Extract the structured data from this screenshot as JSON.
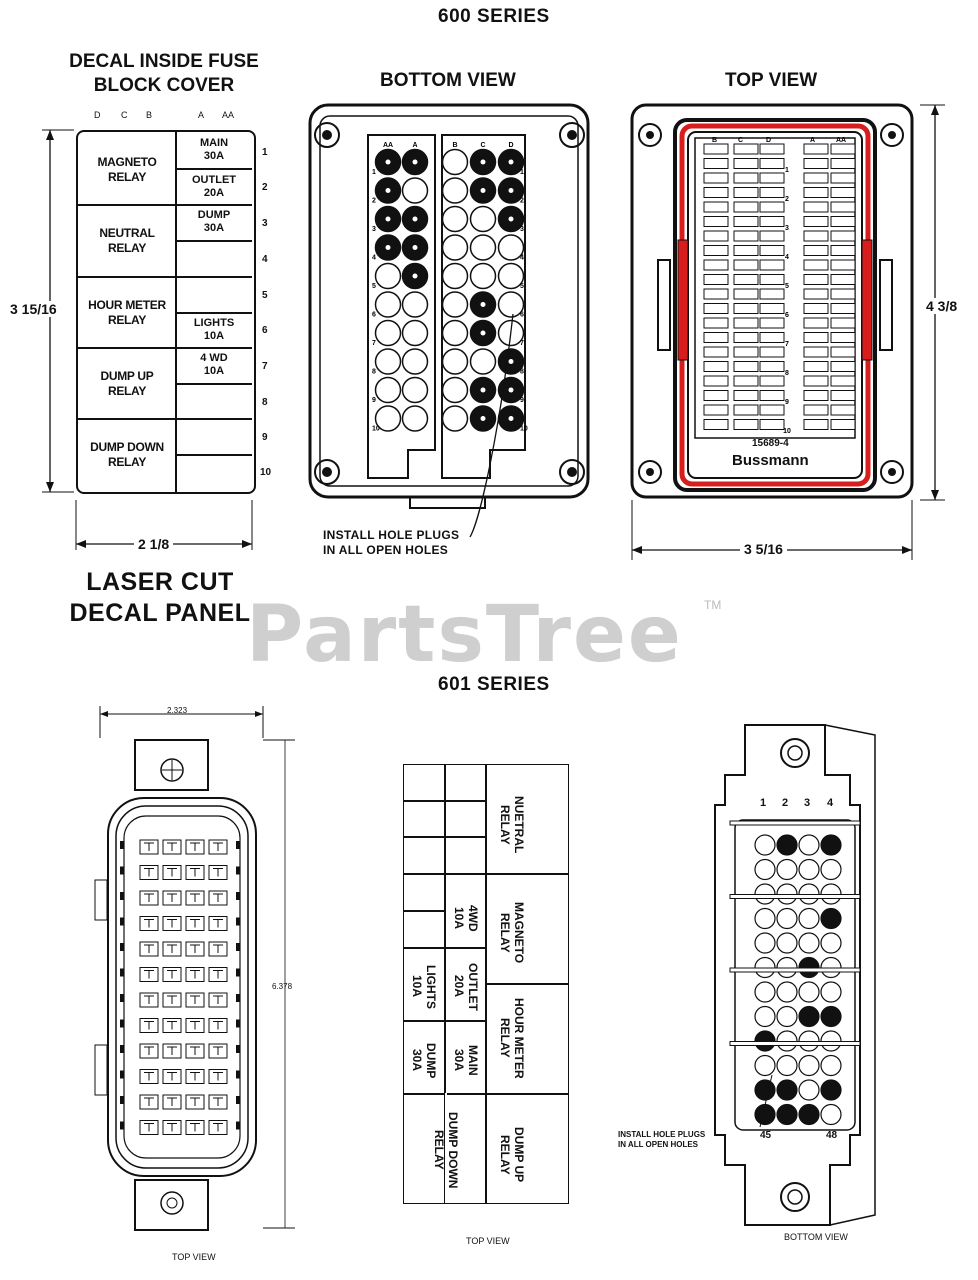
{
  "series_600": {
    "title": "600 SERIES",
    "decal": {
      "heading": "DECAL INSIDE FUSE\nBLOCK COVER",
      "col_letters": [
        "D",
        "C",
        "B",
        "A",
        "AA"
      ],
      "relays": [
        "MAGNETO\nRELAY",
        "NEUTRAL\nRELAY",
        "HOUR METER\nRELAY",
        "DUMP UP\nRELAY",
        "DUMP DOWN\nRELAY"
      ],
      "fuses": [
        "MAIN\n30A",
        "OUTLET\n20A",
        "DUMP\n30A",
        "",
        "",
        "LIGHTS\n10A",
        "4 WD\n10A",
        "",
        "",
        ""
      ],
      "row_numbers": [
        "1",
        "2",
        "3",
        "4",
        "5",
        "6",
        "7",
        "8",
        "9",
        "10"
      ],
      "height_dim": "3 15/16",
      "width_dim": "2 1/8"
    },
    "laser_cut": "LASER CUT\nDECAL PANEL",
    "bottom_view": {
      "heading": "BOTTOM VIEW",
      "left_cols": [
        "AA",
        "A"
      ],
      "right_cols": [
        "B",
        "C",
        "D"
      ],
      "row_labels": [
        "1",
        "2",
        "3",
        "4",
        "5",
        "6",
        "7",
        "8",
        "9",
        "10"
      ],
      "filled": [
        [
          0,
          3
        ],
        [
          1,
          3
        ],
        [
          1,
          4
        ],
        [
          0,
          2
        ],
        [
          1,
          2
        ],
        [
          0,
          1
        ],
        [
          0,
          0
        ],
        [
          1,
          0
        ],
        [
          4,
          2
        ],
        [
          3,
          5
        ],
        [
          3,
          6
        ],
        [
          4,
          7
        ],
        [
          3,
          8
        ],
        [
          4,
          8
        ],
        [
          3,
          9
        ],
        [
          4,
          9
        ],
        [
          3,
          1
        ],
        [
          4,
          1
        ],
        [
          3,
          0
        ],
        [
          4,
          0
        ]
      ],
      "callout": "INSTALL HOLE PLUGS\nIN ALL OPEN HOLES"
    },
    "top_view": {
      "heading": "TOP VIEW",
      "col_letters": [
        "B",
        "C",
        "D",
        "A",
        "AA"
      ],
      "row_numbers": [
        "1",
        "2",
        "3",
        "4",
        "5",
        "6",
        "7",
        "8",
        "9",
        "10"
      ],
      "part_no": "15689-4",
      "brand": "Bussmann",
      "height_dim": "4 3/8",
      "width_dim": "3 5/16"
    }
  },
  "watermark": {
    "text": "PartsTree",
    "tm": "TM"
  },
  "series_601": {
    "title": "601 SERIES",
    "left_view": {
      "width_dim": "2.323",
      "height_dim": "6.378",
      "caption": "TOP VIEW"
    },
    "decal_panel": {
      "caption": "TOP VIEW",
      "relays": [
        "NUETRAL\nRELAY",
        "MAGNETO\nRELAY",
        "HOUR METER\nRELAY",
        "DUMP UP\nRELAY"
      ],
      "fuse_cells": [
        "4WD\n10A",
        "OUTLET\n20A",
        "LIGHTS\n10A",
        "MAIN\n30A",
        "DUMP\n30A",
        "DUMP DOWN\nRELAY"
      ]
    },
    "bottom_view": {
      "col_numbers": [
        "1",
        "2",
        "3",
        "4"
      ],
      "end_numbers": [
        "45",
        "48"
      ],
      "callout": "INSTALL HOLE PLUGS\nIN ALL OPEN HOLES",
      "caption": "BOTTOM VIEW"
    }
  }
}
